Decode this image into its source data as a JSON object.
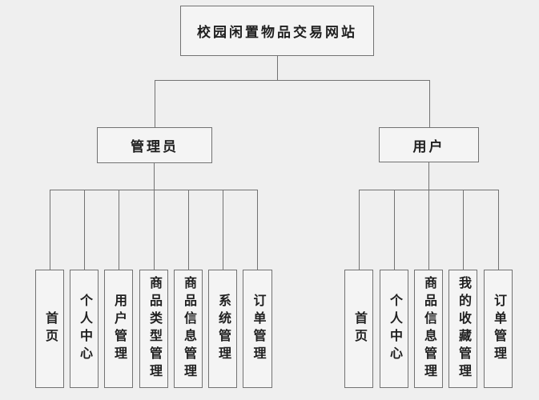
{
  "diagram": {
    "title": "校园闲置物品交易网站",
    "admin": {
      "label": "管理员",
      "children": [
        "首页",
        "个人中心",
        "用户管理",
        "商品类型管理",
        "商品信息管理",
        "系统管理",
        "订单管理"
      ]
    },
    "user": {
      "label": "用户",
      "children": [
        "首页",
        "个人中心",
        "商品信息管理",
        "我的收藏管理",
        "订单管理"
      ]
    },
    "colors": {
      "background": "#efefef",
      "box_fill": "#f4f4f4",
      "line": "#727272",
      "text": "#1f1f1f"
    }
  }
}
